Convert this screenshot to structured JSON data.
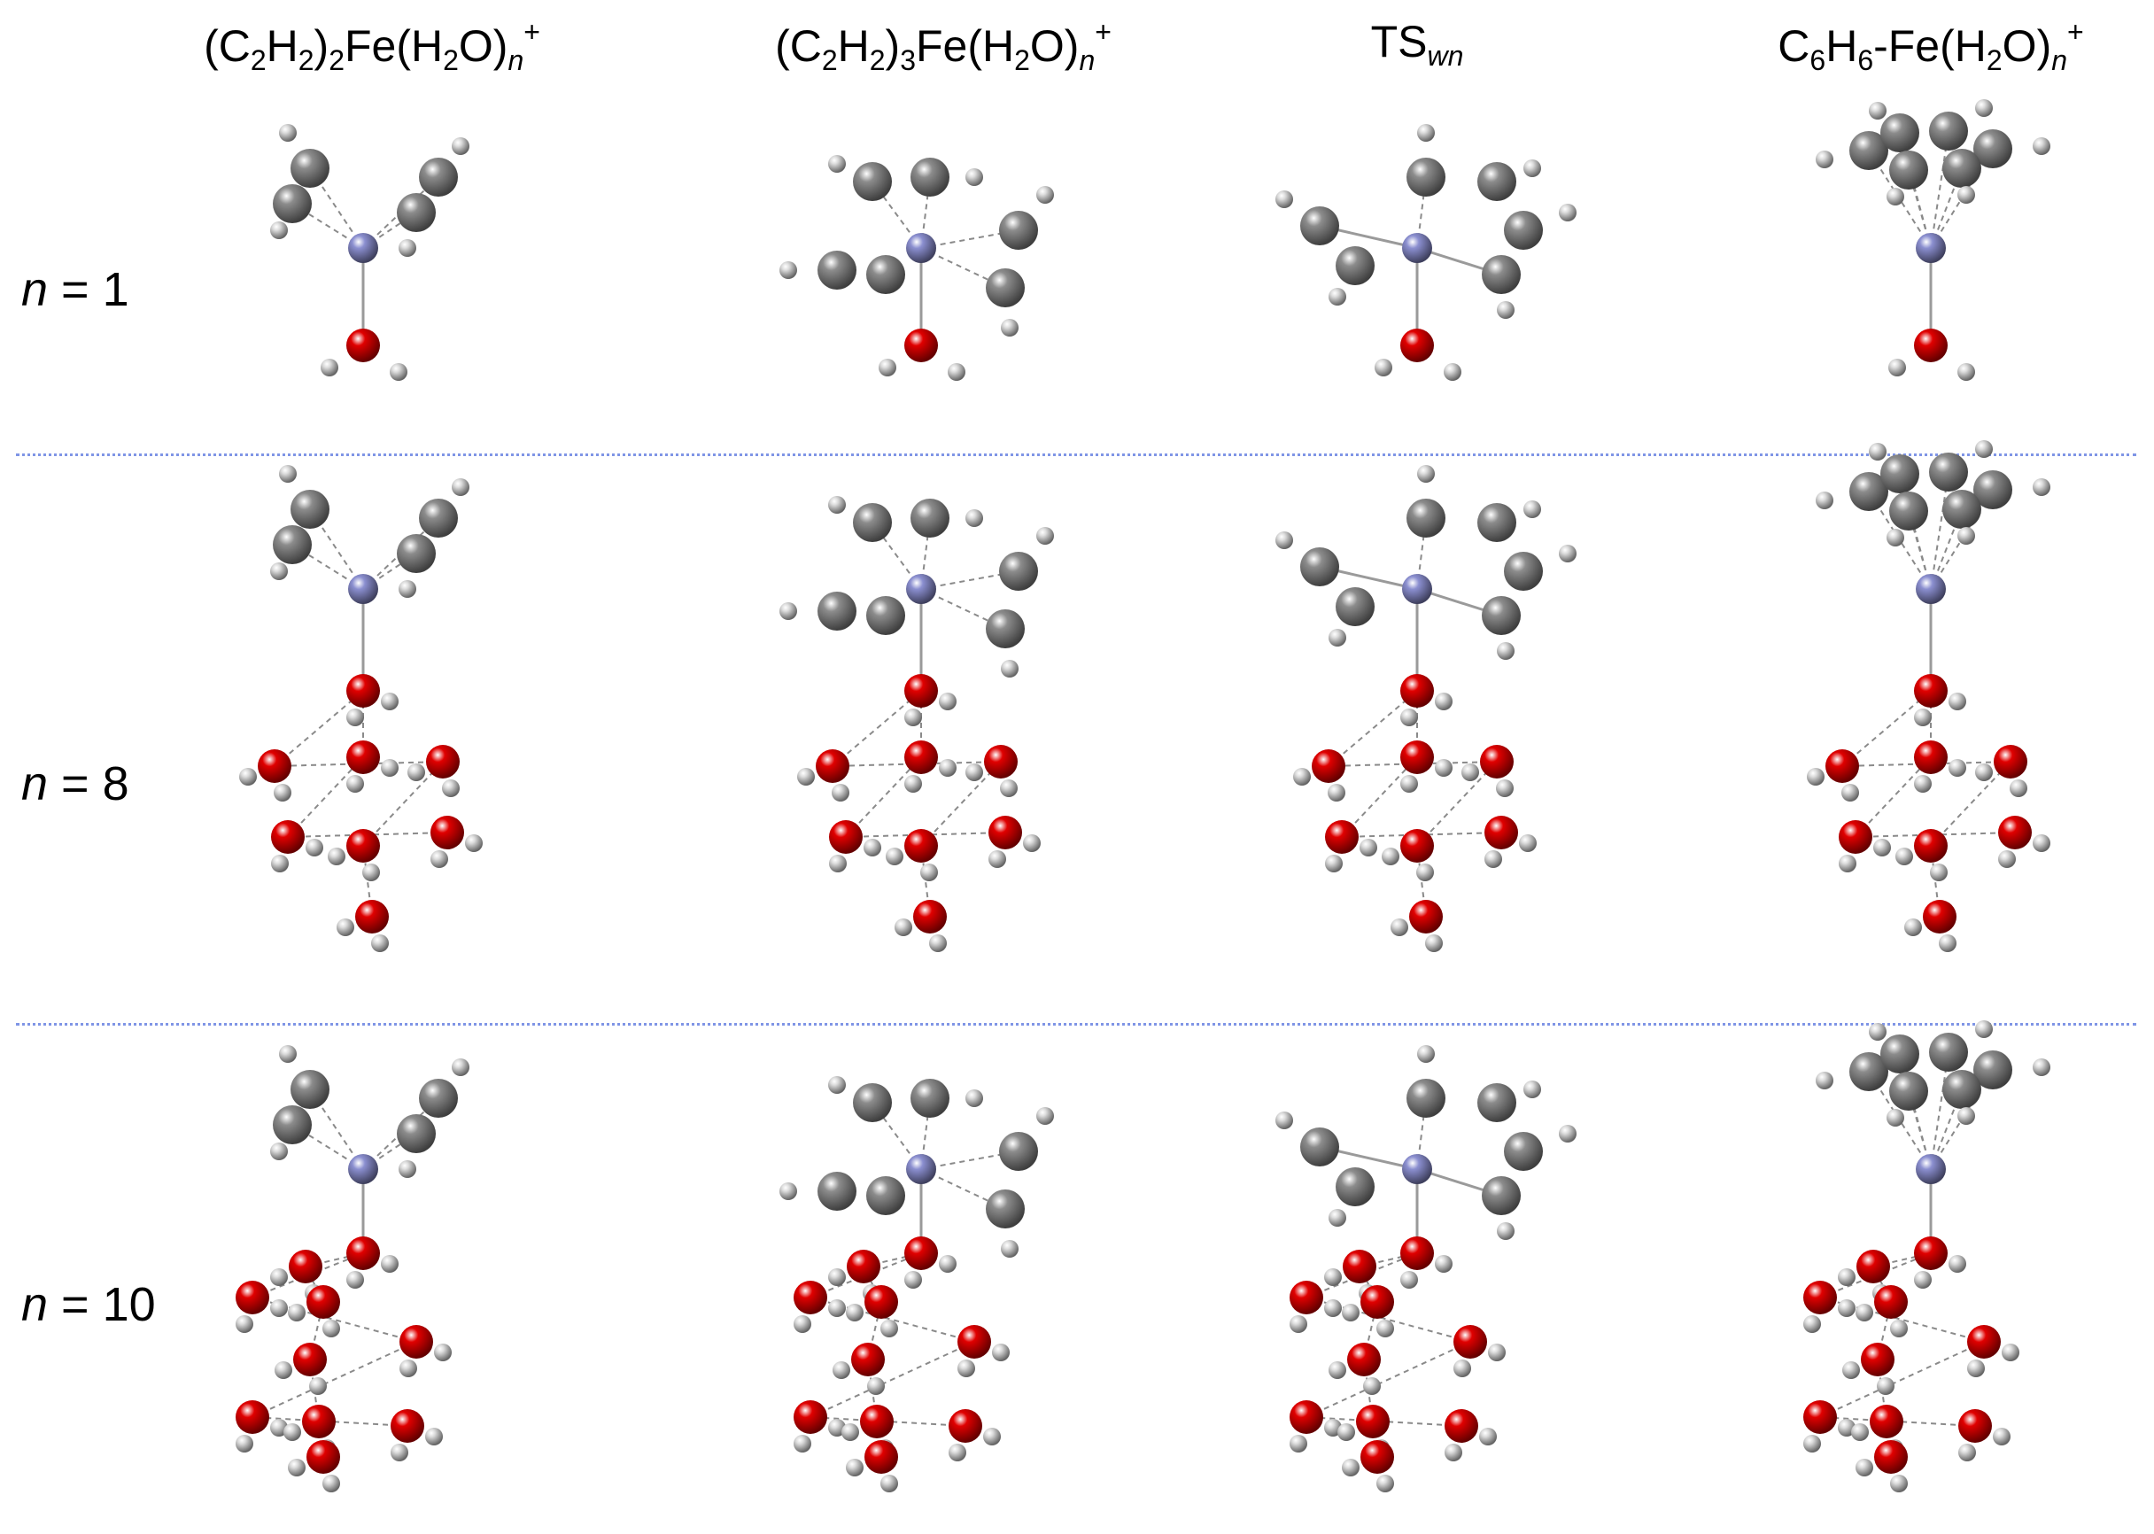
{
  "headers": [
    {
      "pre": "(C",
      "s1": "2",
      "m1": "H",
      "s2": "2",
      "m2": ")",
      "s3": "2",
      "m3": "Fe(H",
      "s4": "2",
      "m4": "O)",
      "sub_n": "n",
      "sup": "+"
    },
    {
      "pre": "(C",
      "s1": "2",
      "m1": "H",
      "s2": "2",
      "m2": ")",
      "s3": "3",
      "m3": "Fe(H",
      "s4": "2",
      "m4": "O)",
      "sub_n": "n",
      "sup": "+"
    },
    {
      "main": "TS",
      "sub": "wn"
    },
    {
      "pre": "C",
      "s1": "6",
      "m1": "H",
      "s2": "6",
      "m2": "-Fe(H",
      "s3": "2",
      "m3": "O)",
      "sub_n": "n",
      "sup": "+"
    }
  ],
  "rows": [
    {
      "n": "n",
      "eq": " = 1"
    },
    {
      "n": "n",
      "eq": " = 8"
    },
    {
      "n": "n",
      "eq": " = 10"
    }
  ],
  "colors": {
    "iron": "#8b8fd0",
    "carbon": "#8c8c8c",
    "oxygen": "#e00000",
    "hydrogen": "#dcdcdc",
    "divider": "#7f95e6"
  },
  "water_counts": [
    1,
    8,
    10
  ]
}
